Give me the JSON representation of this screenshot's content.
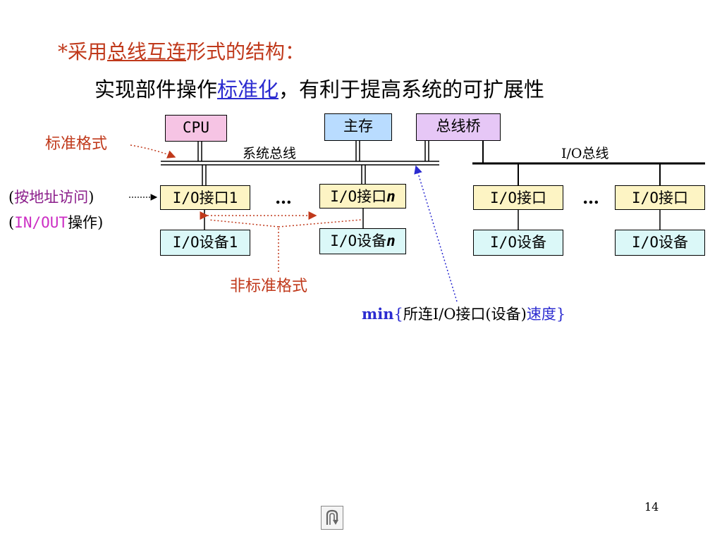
{
  "heading": {
    "star": "*",
    "pre": "采用",
    "underlined": "总线互连",
    "post": "形式的结构："
  },
  "subheading": {
    "pre": "实现部件操作",
    "underlined": "标准化",
    "post": "，有利于提高系统的可扩展性"
  },
  "boxes": {
    "cpu": "CPU",
    "memory": "主存",
    "bridge": "总线桥",
    "io_interface_1": "I/O接口1",
    "io_interface_n_prefix": "I/O接口",
    "io_interface_n_suffix": "n",
    "io_device_1": "I/O设备1",
    "io_device_n_prefix": "I/O设备",
    "io_device_n_suffix": "n",
    "io_interface_a": "I/O接口",
    "io_interface_b": "I/O接口",
    "io_device_a": "I/O设备",
    "io_device_b": "I/O设备"
  },
  "labels": {
    "system_bus": "系统总线",
    "io_bus": "I/O总线",
    "standard_format": "标准格式",
    "nonstandard_format": "非标准格式",
    "ellipsis_1": "…",
    "ellipsis_2": "…"
  },
  "access_note": {
    "line1_open": "(",
    "line1_text": "按地址访问",
    "line1_close": ")",
    "line2_open": "(",
    "line2_code": "IN/OUT",
    "line2_text": "操作",
    "line2_close": ")"
  },
  "min_note": {
    "min": "min",
    "brace_open": "{",
    "text": "所连I/O接口(设备)",
    "speed": "速度",
    "brace_close": "}"
  },
  "page_number": "14",
  "colors": {
    "heading_red": "#c0391b",
    "link_blue": "#2b2bd0",
    "purple": "#8a1c8a",
    "magenta": "#cc2ec4",
    "cpu_pink": "#f6c4e4",
    "memory_blue": "#b9dcff",
    "bridge_violet": "#e6c7f6",
    "interface_yellow": "#fdf4c4",
    "device_cyan": "#dbf8f8"
  },
  "icons": {
    "nav": "return-arrow-icon"
  }
}
